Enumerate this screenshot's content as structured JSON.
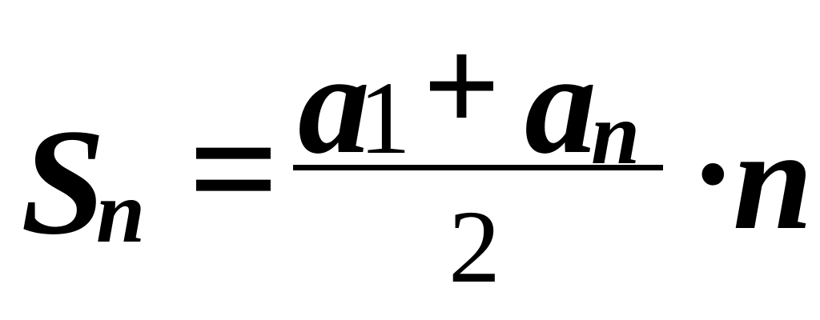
{
  "formula": {
    "lhs": {
      "symbol": "S",
      "subscript": "n"
    },
    "equals": "=",
    "fraction": {
      "numerator": {
        "term1": {
          "symbol": "a",
          "subscript": "1"
        },
        "operator": "+",
        "term2": {
          "symbol": "a",
          "subscript": "n"
        }
      },
      "denominator": "2"
    },
    "multiply": "·",
    "factor": "n"
  }
}
